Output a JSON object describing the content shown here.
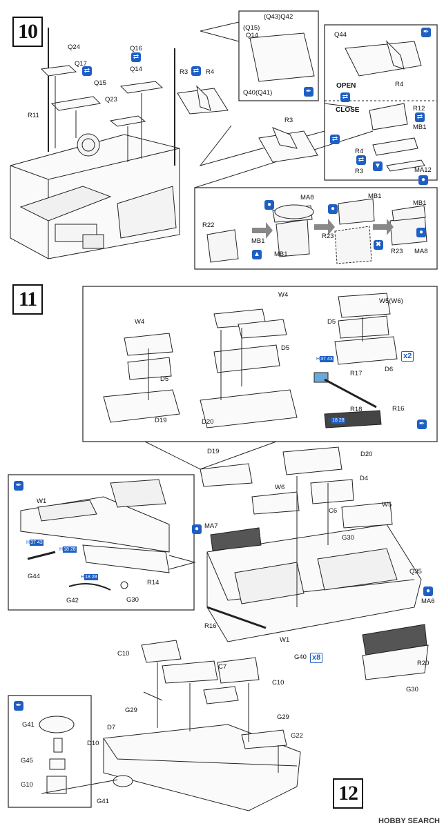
{
  "steps": {
    "step10": "10",
    "step11": "11",
    "step12": "12"
  },
  "labels10": {
    "q43q42": "(Q43)Q42",
    "q15": "(Q15)",
    "q14a": "Q14",
    "q40q41": "Q40(Q41)",
    "q44": "Q44",
    "r4a": "R4",
    "open": "OPEN",
    "close": "CLOSE",
    "q24": "Q24",
    "q17": "Q17",
    "q15b": "Q15",
    "q16": "Q16",
    "q14b": "Q14",
    "r3a": "R3",
    "r4b": "R4",
    "q23": "Q23",
    "r11": "R11",
    "r3b": "R3",
    "r12": "R12",
    "mb1a": "MB1",
    "r4c": "R4",
    "r3c": "R3",
    "ma12": "MA12",
    "ma8a": "MA8",
    "mb1b": "MB1",
    "mb1c": "MB1",
    "r22": "R22",
    "mb1d": "MB1",
    "mb1e": "MB1",
    "r23a": "R23",
    "r23b": "R23",
    "ma8b": "MA8"
  },
  "labels11": {
    "w4a": "W4",
    "w4b": "W4",
    "w5w6": "W5(W6)",
    "d5a": "D5",
    "d5b": "D5",
    "d5c": "D5",
    "d19a": "D19",
    "d20a": "D20",
    "d6": "D6",
    "r17": "R17",
    "r18": "R18",
    "r16a": "R16",
    "times2": "x2",
    "d19b": "D19",
    "d20b": "D20",
    "w6": "W6",
    "d4": "D4",
    "w1a": "W1",
    "c6": "C6",
    "w5": "W5",
    "ma7": "MA7",
    "g30a": "G30",
    "q35": "Q35",
    "ma6": "MA6",
    "g44": "G44",
    "r14": "R14",
    "g42": "G42",
    "g30b": "G30",
    "r16b": "R16",
    "w1b": "W1",
    "g40": "G40",
    "times8": "x8",
    "r20": "R20",
    "g30c": "G30"
  },
  "labels12": {
    "c10a": "C10",
    "c7": "C7",
    "c10b": "C10",
    "g29a": "G29",
    "g29b": "G29",
    "d7": "D7",
    "g22": "G22",
    "d10": "D10",
    "g41a": "G41",
    "g45": "G45",
    "g10": "G10",
    "g41b": "G41"
  },
  "paint_refs": {
    "h": "H",
    "c37": "37",
    "c43": "43",
    "c18": "18",
    "c28": "28"
  },
  "watermark": "HOBBY SEARCH"
}
